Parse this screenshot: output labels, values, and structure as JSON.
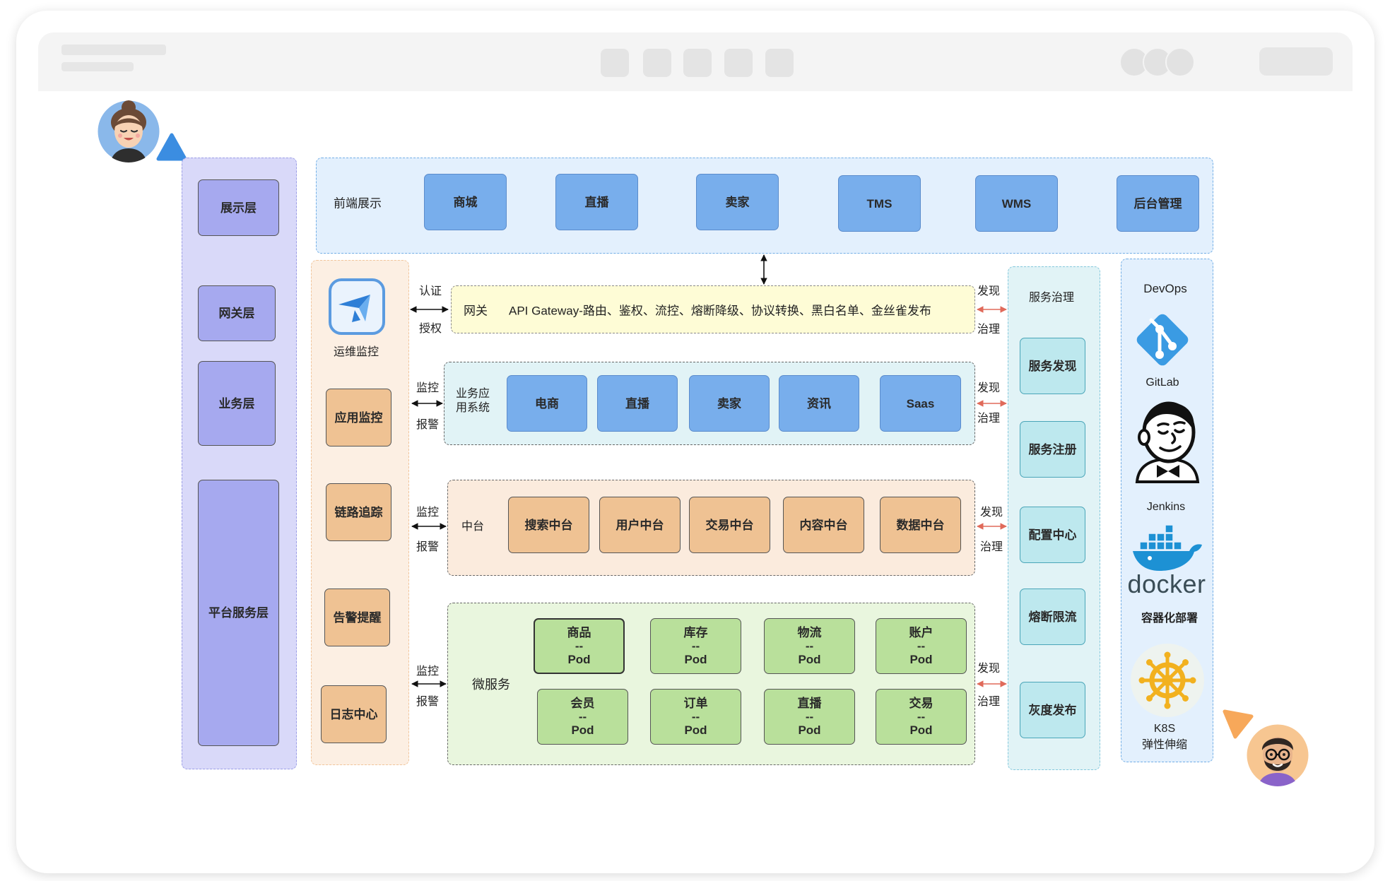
{
  "layers": {
    "items": [
      "展示层",
      "网关层",
      "业务层",
      "平台服务层"
    ]
  },
  "frontend": {
    "label": "前端展示",
    "items": [
      "商城",
      "直播",
      "卖家",
      "TMS",
      "WMS",
      "后台管理"
    ]
  },
  "ops": {
    "label": "运维监控",
    "icon": "monitor-compass-icon",
    "items": [
      "应用监控",
      "链路追踪",
      "告警提醒",
      "日志中心"
    ]
  },
  "gateway": {
    "label": "网关",
    "text": "API Gateway-路由、鉴权、流控、熔断降级、协议转换、黑白名单、金丝雀发布",
    "left": [
      "认证",
      "授权"
    ],
    "right": [
      "发现",
      "治理"
    ]
  },
  "business": {
    "label_lines": [
      "业务应",
      "用系统"
    ],
    "items": [
      "电商",
      "直播",
      "卖家",
      "资讯",
      "Saas"
    ],
    "left": [
      "监控",
      "报警"
    ],
    "right": [
      "发现",
      "治理"
    ]
  },
  "middle": {
    "label": "中台",
    "items": [
      "搜索中台",
      "用户中台",
      "交易中台",
      "内容中台",
      "数据中台"
    ],
    "left": [
      "监控",
      "报警"
    ],
    "right": [
      "发现",
      "治理"
    ]
  },
  "micro": {
    "label": "微服务",
    "pods": [
      {
        "name": "商品",
        "sep": "--",
        "unit": "Pod"
      },
      {
        "name": "库存",
        "sep": "--",
        "unit": "Pod"
      },
      {
        "name": "物流",
        "sep": "--",
        "unit": "Pod"
      },
      {
        "name": "账户",
        "sep": "--",
        "unit": "Pod"
      },
      {
        "name": "会员",
        "sep": "--",
        "unit": "Pod"
      },
      {
        "name": "订单",
        "sep": "--",
        "unit": "Pod"
      },
      {
        "name": "直播",
        "sep": "--",
        "unit": "Pod"
      },
      {
        "name": "交易",
        "sep": "--",
        "unit": "Pod"
      }
    ],
    "left": [
      "监控",
      "报警"
    ],
    "right": [
      "发现",
      "治理"
    ]
  },
  "governance": {
    "label": "服务治理",
    "items": [
      "服务发现",
      "服务注册",
      "配置中心",
      "熔断限流",
      "灰度发布"
    ]
  },
  "devops": {
    "label": "DevOps",
    "gitlab": {
      "label": "GitLab",
      "icon": "gitlab-icon"
    },
    "jenkins": {
      "label": "Jenkins",
      "icon": "jenkins-icon"
    },
    "docker": {
      "wordmark": "docker",
      "label": "容器化部署",
      "icon": "docker-whale-icon"
    },
    "k8s": {
      "label": "K8S",
      "sublabel": "弹性伸缩",
      "icon": "helm-wheel-icon"
    }
  },
  "colors": {
    "presentation_layer_bg": "#d9d9f9",
    "frontend_bg": "#e3f0fd",
    "blue_box": "#78aeec",
    "orange_box": "#efc293",
    "green_box": "#b9e09b",
    "teal_box": "#bde8ee",
    "gateway_bg": "#fefcd6",
    "left_arrow": "#111111",
    "right_arrow": "#e06a5a"
  }
}
